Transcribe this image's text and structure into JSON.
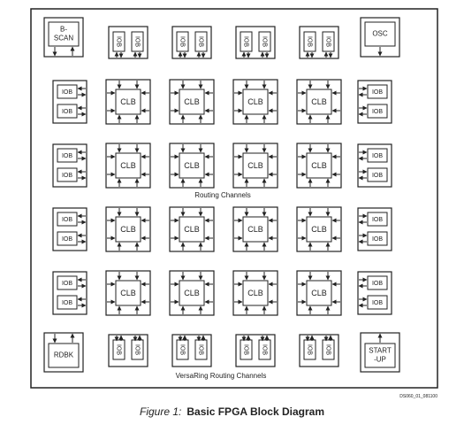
{
  "labels": {
    "bscan": [
      "B-",
      "SCAN"
    ],
    "osc": "OSC",
    "rdbk": "RDBK",
    "startup": [
      "START",
      "-UP"
    ],
    "clb": "CLB",
    "iob": "IOB",
    "routing_channels": "Routing Channels",
    "versaring": "VersaRing Routing Channels",
    "doc_code": "DS060_01_081100"
  },
  "caption": {
    "figure": "Figure 1:",
    "title": "Basic FPGA Block Diagram"
  },
  "grid": {
    "clb_rows": 4,
    "clb_cols": 4,
    "edge_iob_cols": 4,
    "side_iob_rows": 4
  }
}
